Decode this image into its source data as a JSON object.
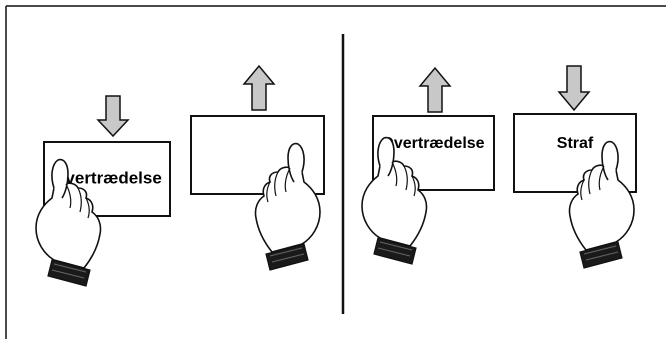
{
  "panels": [
    {
      "cards": [
        {
          "label": "Overtrædelse",
          "arrow": "down"
        },
        {
          "label": "",
          "arrow": "up"
        }
      ]
    },
    {
      "cards": [
        {
          "label": "Overtrædelse",
          "arrow": "up"
        },
        {
          "label": "Straf",
          "arrow": "down"
        }
      ]
    }
  ],
  "colors": {
    "arrow_fill": "#c8c8c8",
    "stroke": "#111111",
    "card_fill": "#ffffff",
    "cuff": "#1a1a1a"
  }
}
